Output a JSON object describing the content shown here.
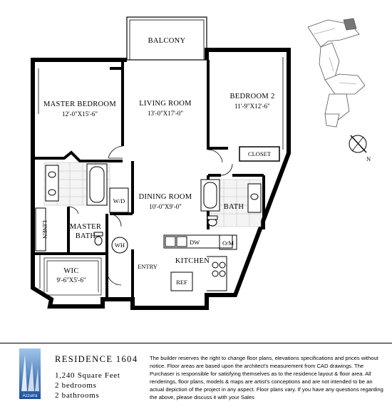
{
  "rooms": {
    "balcony": "BALCONY",
    "master_bedroom": {
      "name": "MASTER BEDROOM",
      "dims": "12'-0\"X15'-6\""
    },
    "living_room": {
      "name": "LIVING ROOM",
      "dims": "13'-0\"X17'-0\""
    },
    "bedroom2": {
      "name": "BEDROOM 2",
      "dims": "11'-9\"X12'-6\""
    },
    "closet": "CLOSET",
    "dining_room": {
      "name": "DINING ROOM",
      "dims": "10'-0\"X9'-0\""
    },
    "bath": "BATH",
    "master_bath_line1": "MASTER",
    "master_bath_line2": "BATH",
    "linen": "LINEN",
    "wic": {
      "name": "WIC",
      "dims": "9'-6\"X5'-6\""
    },
    "kitchen": "KITCHEN",
    "entry": "ENTRY",
    "wd": "W/D",
    "wh": "WH",
    "dw": "DW",
    "om": "O/M",
    "ref": "REF"
  },
  "compass_label": "N",
  "residence": {
    "title": "RESIDENCE 1604",
    "sqft": "1,240 Square Feet",
    "bedrooms": "2 bedrooms",
    "bathrooms": "2 bathrooms"
  },
  "logo_text": "Azzurra",
  "disclaimer": "The builder reserves the right to change floor plans, elevations specifications and prices without notice. Floor areas are based upon the architect's measurement from CAD drawings. The Purchaser is responsible for satisfying themselves as to the residence layout & floor area. All renderings, floor plans, models & maps are artist's conceptions and are not intended to be an actual depiction of the project in any aspect. Floor plans vary. If you have any questions regarding the above, please discuss it with your Sales"
}
